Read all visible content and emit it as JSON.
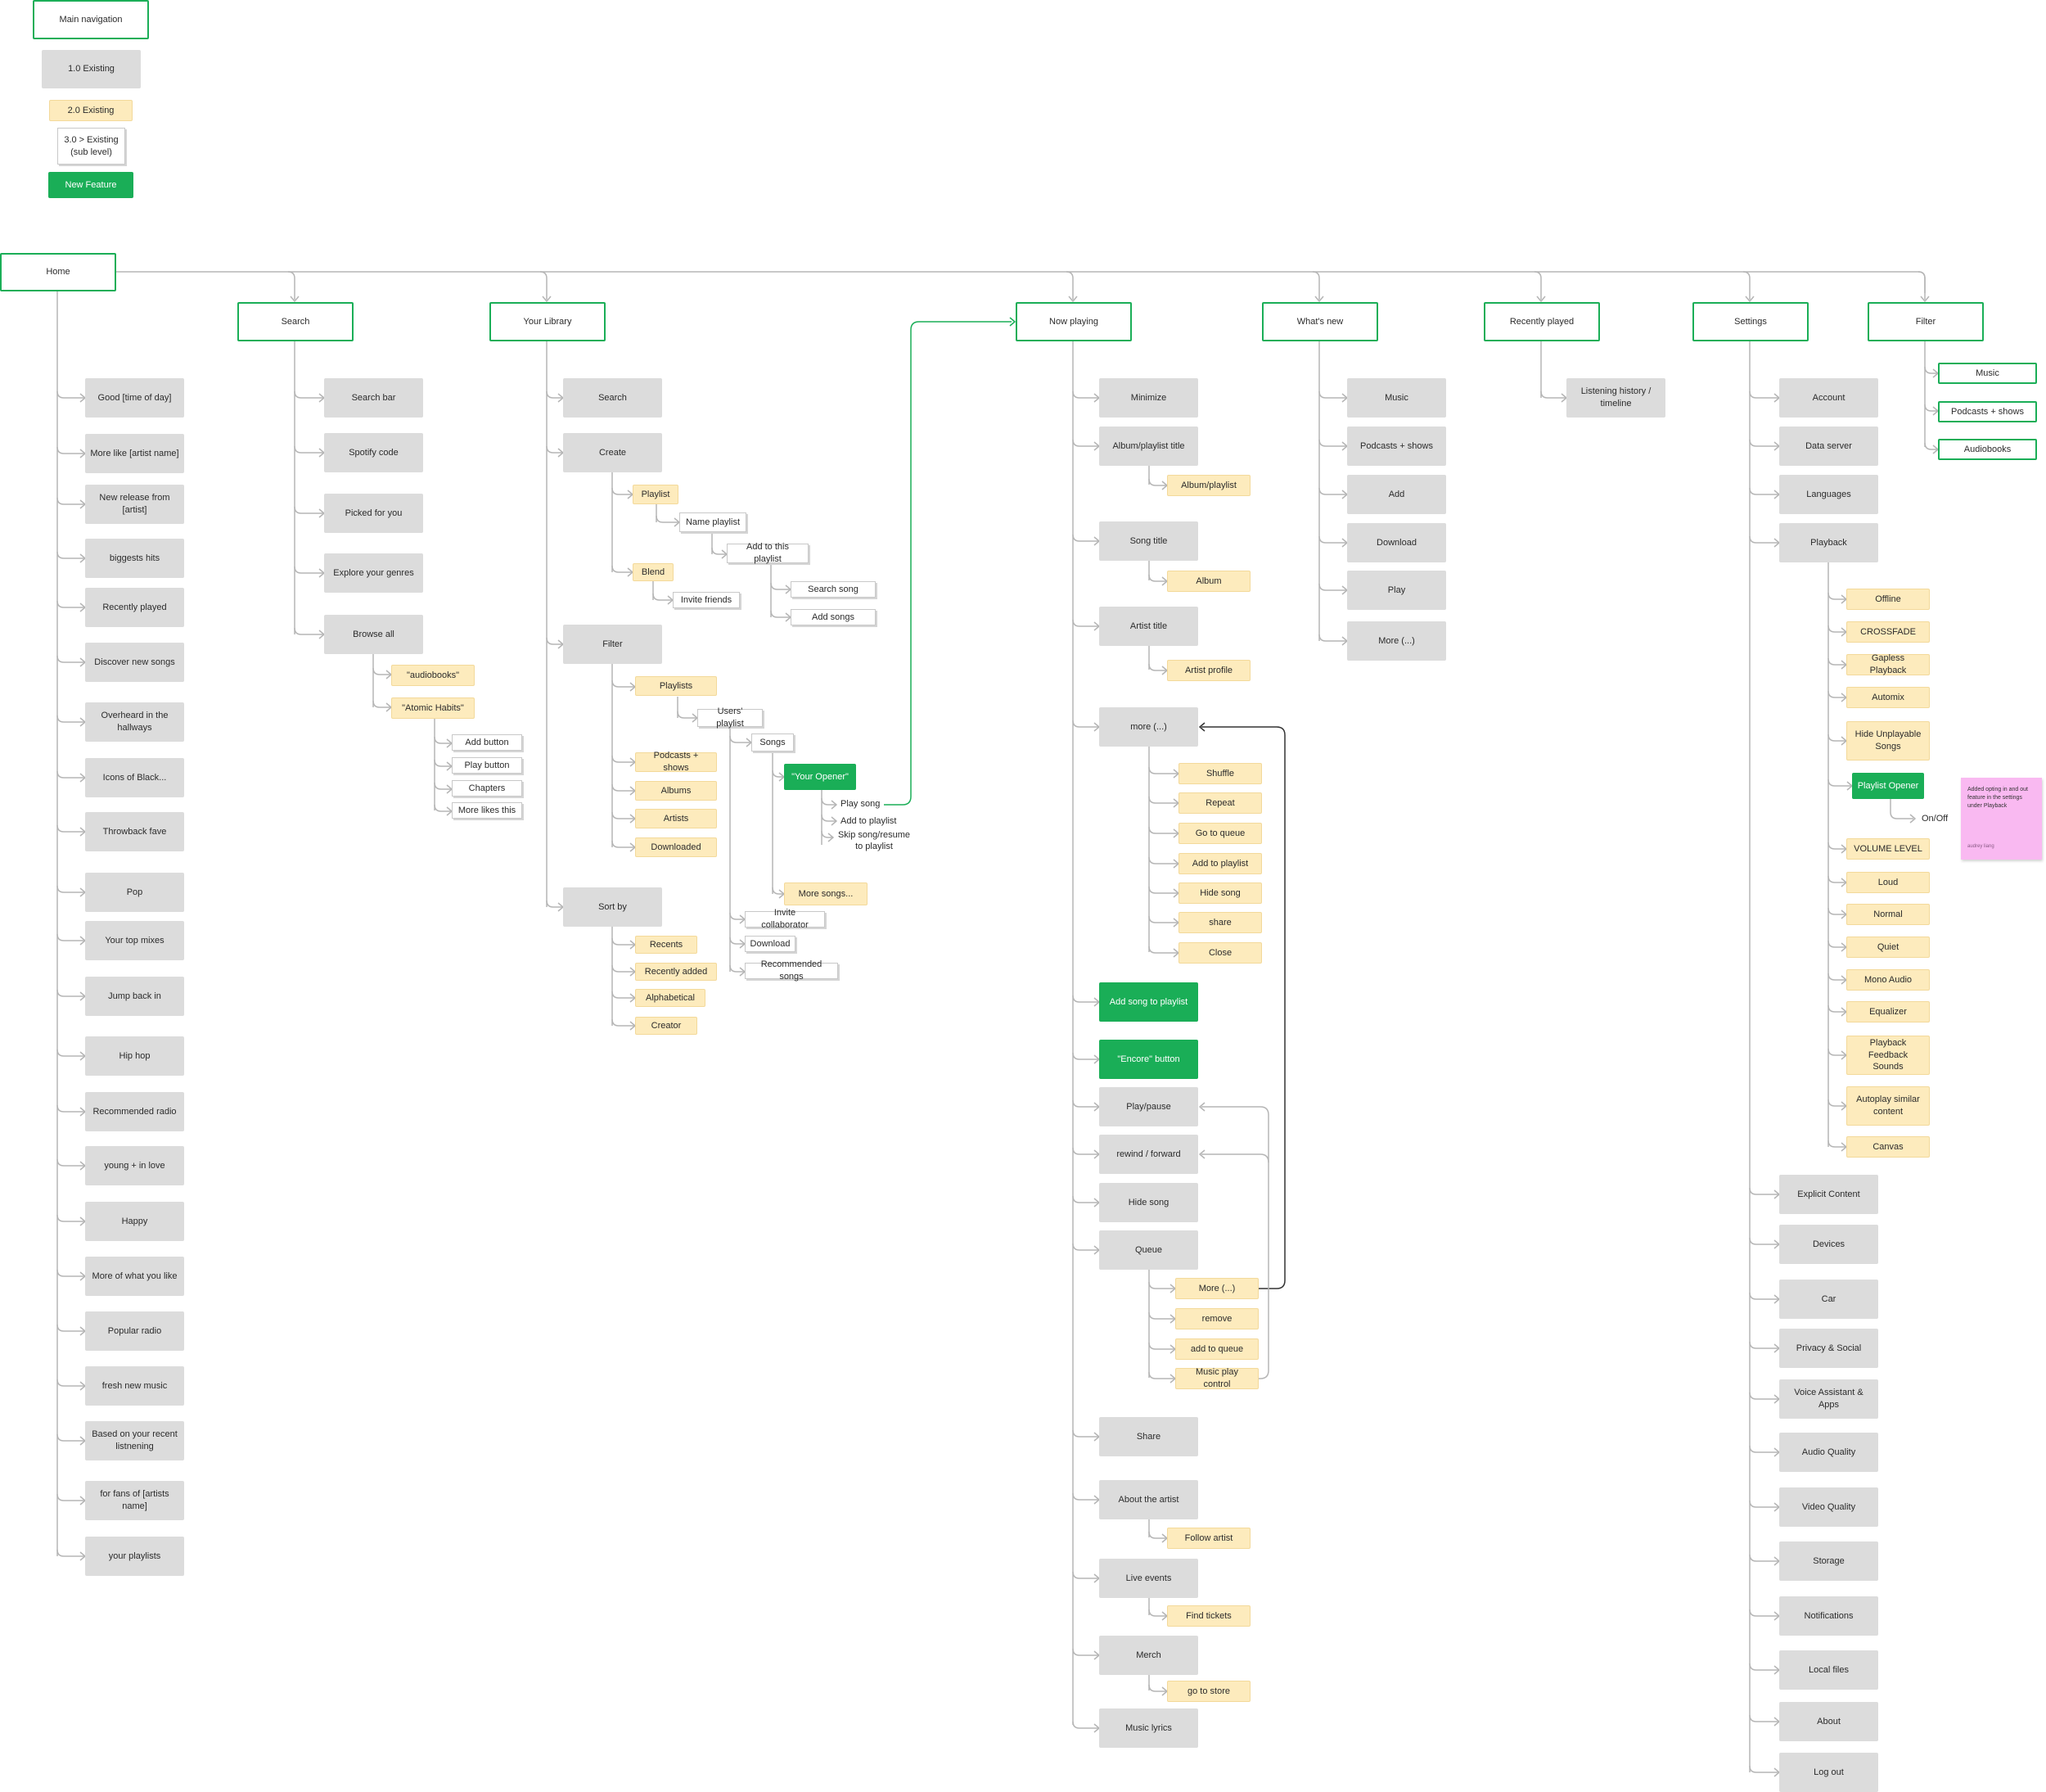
{
  "legend": {
    "main_navigation": "Main navigation",
    "level1": "1.0 Existing",
    "level2": "2.0 Existing",
    "level3": "3.0 > Existing (sub level)",
    "new_feature": "New Feature"
  },
  "colors": {
    "main_border": "#1aae57",
    "level1": "#dcdcdc",
    "level2": "#fdebbd",
    "level3": "#ffffff",
    "new_feature": "#1aae57",
    "connector": "#b5b5b5",
    "sticky_note": "#f9b9f1"
  },
  "home": {
    "label": "Home",
    "items": [
      "Good [time of day]",
      "More like [artist name]",
      "New release from [artist]",
      "biggests hits",
      "Recently played",
      "Discover new songs",
      "Overheard in the hallways",
      "Icons of Black...",
      "Throwback fave",
      "Pop",
      "Your top mixes",
      "Jump back in",
      "Hip hop",
      "Recommended radio",
      "young + in love",
      "Happy",
      "More of what you like",
      "Popular radio",
      "fresh new music",
      "Based on your recent listnening",
      "for fans of [artists name]",
      "your playlists"
    ]
  },
  "search": {
    "label": "Search",
    "items": [
      "Search bar",
      "Spotify code",
      "Picked for you",
      "Explore your genres",
      "Browse all"
    ],
    "browse_all": [
      "\"audiobooks\"",
      "\"Atomic Habits\""
    ],
    "atomic_habits": [
      "Add button",
      "Play button",
      "Chapters",
      "More likes this"
    ]
  },
  "library": {
    "label": "Your Library",
    "search": "Search",
    "create": "Create",
    "create_items": [
      "Playlist",
      "Blend"
    ],
    "playlist_chain": [
      "Name playlist",
      "Add to this playlist"
    ],
    "add_to_playlist_items": [
      "Search song",
      "Add songs"
    ],
    "blend_items": [
      "Invite friends"
    ],
    "filter": "Filter",
    "filter_items": [
      "Playlists",
      "Podcasts + shows",
      "Albums",
      "Artists",
      "Downloaded"
    ],
    "users_playlist": "Users' playlist",
    "songs": "Songs",
    "your_opener": "\"Your Opener\"",
    "opener_items": [
      "Play song",
      "Add to playlist",
      "Skip song/resume to playlist"
    ],
    "more_songs": "More songs...",
    "playlist_actions": [
      "Invite collaborator",
      "Download",
      "Recommended songs"
    ],
    "sort_by": "Sort by",
    "sort_items": [
      "Recents",
      "Recently added",
      "Alphabetical",
      "Creator"
    ]
  },
  "now_playing": {
    "label": "Now playing",
    "minimize": "Minimize",
    "album_title": "Album/playlist title",
    "album_playlist": "Album/playlist",
    "song_title": "Song title",
    "album": "Album",
    "artist_title": "Artist title",
    "artist_profile": "Artist profile",
    "more": "more (...)",
    "more_items": [
      "Shuffle",
      "Repeat",
      "Go to queue",
      "Add to playlist",
      "Hide song",
      "share",
      "Close"
    ],
    "add_song_to_playlist": "Add song to playlist",
    "encore": "\"Encore\" button",
    "play_pause": "Play/pause",
    "rewind_forward": "rewind / forward",
    "hide_song": "Hide song",
    "queue": "Queue",
    "queue_items": [
      "More (...)",
      "remove",
      "add to queue",
      "Music play control"
    ],
    "share": "Share",
    "about_artist": "About the artist",
    "follow_artist": "Follow artist",
    "live_events": "Live events",
    "find_tickets": "Find tickets",
    "merch": "Merch",
    "go_to_store": "go to store",
    "lyrics": "Music lyrics"
  },
  "whats_new": {
    "label": "What's new",
    "items": [
      "Music",
      "Podcasts + shows",
      "Add",
      "Download",
      "Play",
      "More (...)"
    ]
  },
  "recently_played": {
    "label": "Recently played",
    "items": [
      "Listening history / timeline"
    ]
  },
  "settings": {
    "label": "Settings",
    "top_items": [
      "Account",
      "Data server",
      "Languages",
      "Playback"
    ],
    "playback_items": [
      "Offline",
      "CROSSFADE",
      "Gapless Playback",
      "Automix",
      "Hide Unplayable Songs",
      "Playlist Opener",
      "VOLUME LEVEL",
      "Loud",
      "Normal",
      "Quiet",
      "Mono Audio",
      "Equalizer",
      "Playback Feedback Sounds",
      "Autoplay similar content",
      "Canvas"
    ],
    "playlist_opener_option": "On/Off",
    "bottom_items": [
      "Explicit Content",
      "Devices",
      "Car",
      "Privacy & Social",
      "Voice Assistant & Apps",
      "Audio Quality",
      "Video Quality",
      "Storage",
      "Notifications",
      "Local files",
      "About",
      "Log out"
    ]
  },
  "filter": {
    "label": "Filter",
    "items": [
      "Music",
      "Podcasts + shows",
      "Audiobooks"
    ]
  },
  "sticky_note": {
    "text": "Added opting in and out feature in the settings under Playback",
    "author": "audrey liang"
  }
}
